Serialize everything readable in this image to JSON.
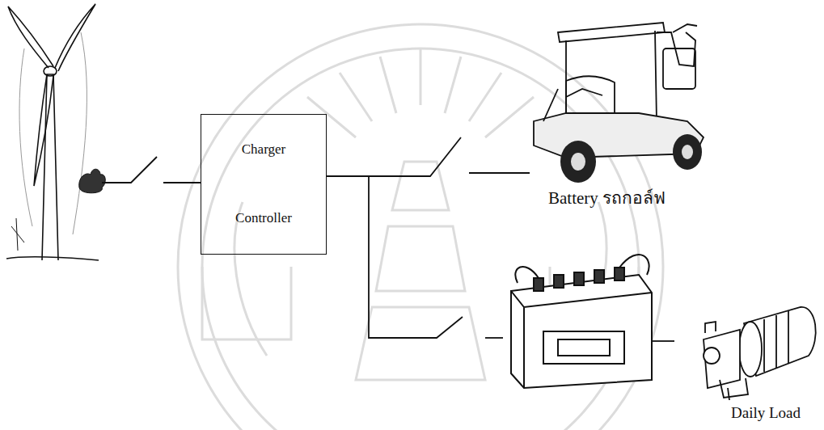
{
  "diagram": {
    "nodes": [
      {
        "text": [
          "Charger Controller"
        ]
      }
    ],
    "labels": [
      "Battery รถกอล์ฟ",
      "Daily Load"
    ]
  }
}
